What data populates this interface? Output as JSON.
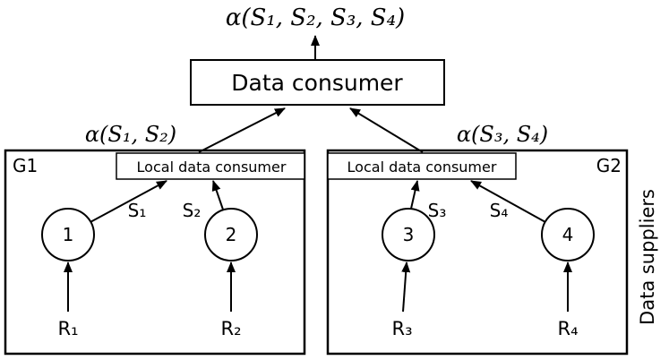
{
  "diagram": {
    "output_label": "α(S₁, S₂, S₃, S₄)",
    "consumer": {
      "label": "Data consumer"
    },
    "side_label": "Data suppliers",
    "groups": [
      {
        "name": "G1",
        "agg_label": "α(S₁, S₂)",
        "local_consumer_label": "Local data consumer",
        "nodes": [
          {
            "id": "1",
            "signal": "S₁",
            "source": "R₁"
          },
          {
            "id": "2",
            "signal": "S₂",
            "source": "R₂"
          }
        ]
      },
      {
        "name": "G2",
        "agg_label": "α(S₃, S₄)",
        "local_consumer_label": "Local data consumer",
        "nodes": [
          {
            "id": "3",
            "signal": "S₃",
            "source": "R₃"
          },
          {
            "id": "4",
            "signal": "S₄",
            "source": "R₄"
          }
        ]
      }
    ]
  }
}
